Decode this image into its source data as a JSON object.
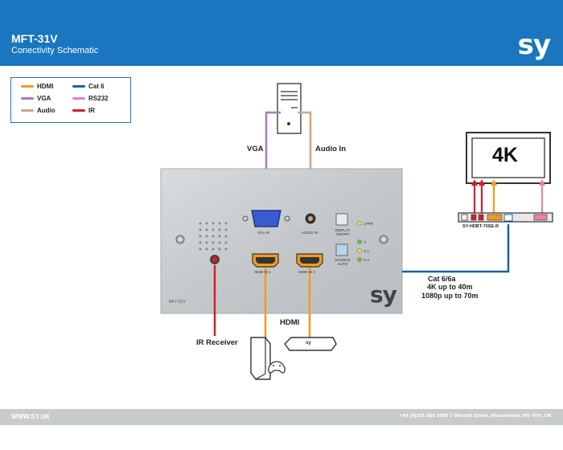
{
  "header": {
    "title": "MFT-31V",
    "subtitle": "Conectivity Schematic",
    "logo": "sy"
  },
  "legend": {
    "items": [
      {
        "label": "HDMI",
        "color": "#f39a1f"
      },
      {
        "label": "Cat 6",
        "color": "#1a5faa"
      },
      {
        "label": "VGA",
        "color": "#a87bc0"
      },
      {
        "label": "RS232",
        "color": "#f07fa9"
      },
      {
        "label": "Audio",
        "color": "#d4a57d"
      },
      {
        "label": "IR",
        "color": "#d0202c"
      }
    ]
  },
  "labels": {
    "vga": "VGA",
    "audio_in": "Audio In",
    "hdmi": "HDMI",
    "ir_receiver": "IR Receiver",
    "cat_line1": "Cat 6/6a",
    "cat_line2": "4K up to 40m",
    "cat_line3": "1080p up to 70m",
    "display_4k": "4K",
    "receiver": "SY-HDBT-70SE-R"
  },
  "panel": {
    "model": "MFT-31V",
    "vga_port": "VGA IN",
    "audio_port": "AUDIO IN",
    "hdmi1": "HDMI IN 1",
    "hdmi2": "HDMI IN 2",
    "display_on_off": "DISPLAY ON/OFF",
    "source_auto": "SOURCE AUTO",
    "led_lppr": "LPPR",
    "led_v": "V",
    "led_h1": "H 1",
    "led_h2": "H 2",
    "panel_logo": "sy"
  },
  "devices": {
    "bluray_logo": "sy"
  },
  "footer": {
    "website": "WWW.SY.UK",
    "contact": "+44 (0)161 868 3450 7 Worrall Street, Manchester, M5 4TH, UK"
  }
}
